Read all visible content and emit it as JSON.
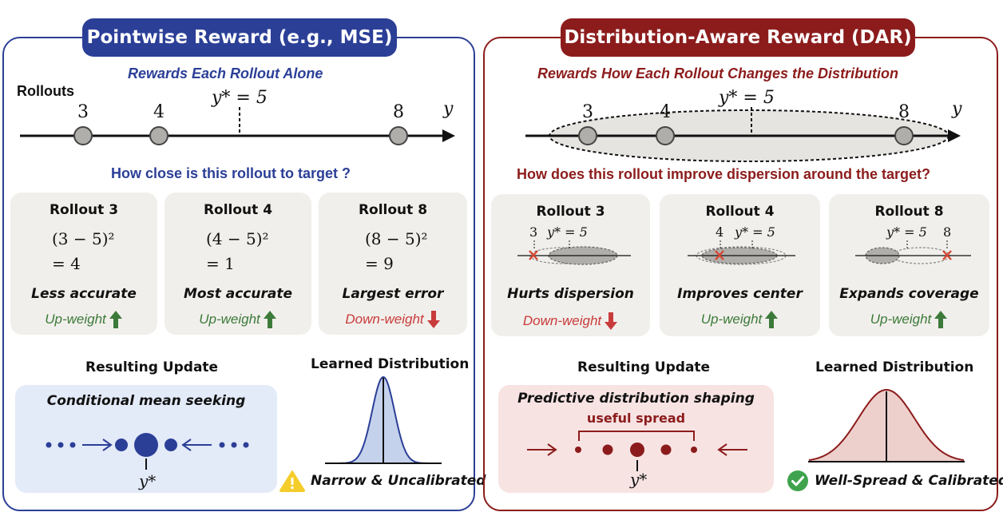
{
  "left": {
    "title": "Pointwise Reward (e.g., MSE)",
    "subtitle": "Rewards Each Rollout Alone",
    "rollouts_label": "Rollouts",
    "axis_label": "y",
    "target_label": "y* = 5",
    "rollout_values": [
      "3",
      "4",
      "8"
    ],
    "question": "How close is this rollout to target ?",
    "cards": [
      {
        "title": "Rollout 3",
        "formula": "(3 − 5)²",
        "result": "= 4",
        "verdict": "Less accurate",
        "weight": "Up-weight",
        "direction": "up"
      },
      {
        "title": "Rollout 4",
        "formula": "(4 − 5)²",
        "result": "= 1",
        "verdict": "Most accurate",
        "weight": "Up-weight",
        "direction": "up"
      },
      {
        "title": "Rollout 8",
        "formula": "(8 − 5)²",
        "result": "= 9",
        "verdict": "Largest error",
        "weight": "Down-weight",
        "direction": "down"
      }
    ],
    "update_heading": "Resulting Update",
    "update_title": "Conditional mean seeking",
    "update_target": "y*",
    "distribution_heading": "Learned Distribution",
    "status": "Narrow & Uncalibrated",
    "status_icon": "warning-icon"
  },
  "right": {
    "title": "Distribution-Aware Reward (DAR)",
    "subtitle": "Rewards How Each Rollout Changes the Distribution",
    "axis_label": "y",
    "target_label": "y* = 5",
    "rollout_values": [
      "3",
      "4",
      "8"
    ],
    "question": "How does this rollout improve dispersion around the target?",
    "cards": [
      {
        "title": "Rollout 3",
        "mini_value": "3",
        "mini_target": "y* = 5",
        "verdict": "Hurts dispersion",
        "weight": "Down-weight",
        "direction": "down"
      },
      {
        "title": "Rollout 4",
        "mini_value": "4",
        "mini_target": "y* = 5",
        "verdict": "Improves center",
        "weight": "Up-weight",
        "direction": "up"
      },
      {
        "title": "Rollout 8",
        "mini_value": "8",
        "mini_target": "y* = 5",
        "verdict": "Expands coverage",
        "weight": "Up-weight",
        "direction": "up"
      }
    ],
    "update_heading": "Resulting Update",
    "update_title": "Predictive distribution shaping",
    "spread_label": "useful spread",
    "update_target": "y*",
    "distribution_heading": "Learned Distribution",
    "status": "Well-Spread & Calibrated",
    "status_icon": "check-circle-icon"
  },
  "colors": {
    "blue": "#2b3f97",
    "red": "#8c1c1c",
    "green": "#3c7a3a",
    "down_red": "#c83b3b",
    "card_bg": "#f1efeb",
    "blue_box": "#e3eaf8",
    "red_box": "#f8e3e3"
  }
}
